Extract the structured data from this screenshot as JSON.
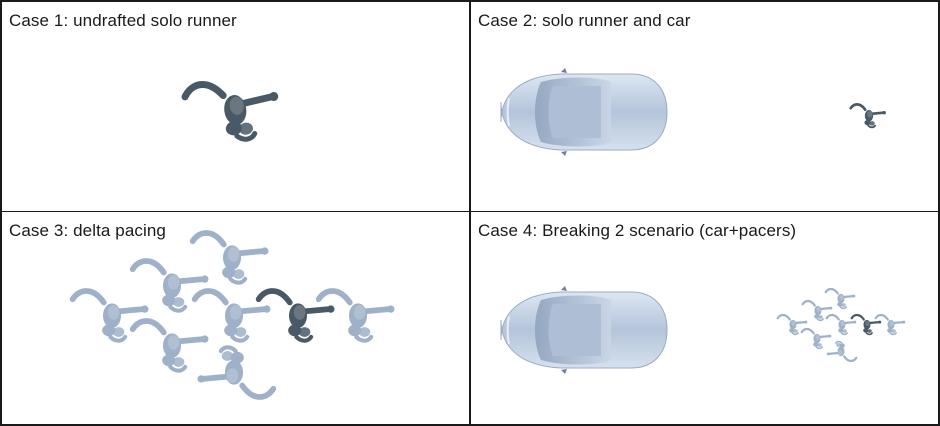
{
  "panels": [
    {
      "caption": "Case 1: undrafted solo runner"
    },
    {
      "caption": "Case 2: solo runner and car"
    },
    {
      "caption": "Case 3: delta pacing"
    },
    {
      "caption": "Case 4: Breaking 2 scenario (car+pacers)"
    }
  ],
  "colors": {
    "border": "#1a1a1a",
    "runner_dark": "#4a5966",
    "runner_light": "#9fb1c8",
    "car_body": "#b9c9de"
  }
}
